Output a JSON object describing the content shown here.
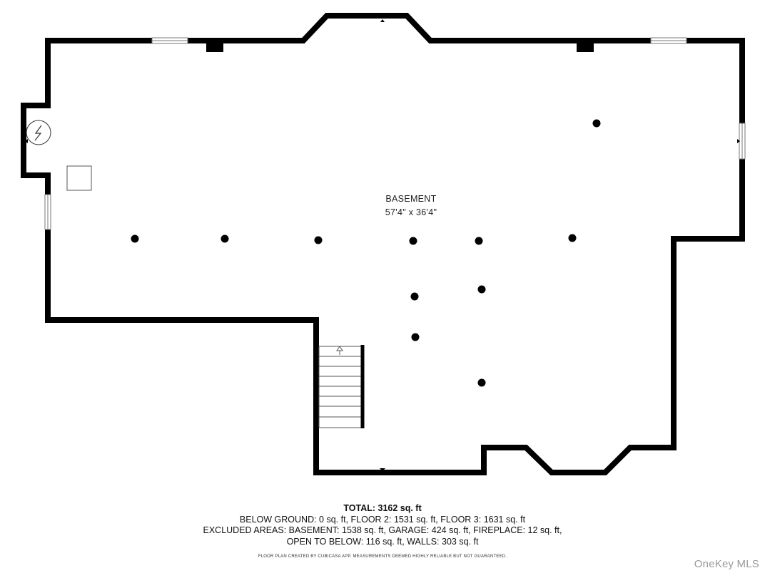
{
  "room": {
    "name": "BASEMENT",
    "dimensions": "57'4\" x 36'4\""
  },
  "summary": {
    "total": "TOTAL: 3162 sq. ft",
    "line_1": "BELOW GROUND: 0 sq. ft, FLOOR 2: 1531 sq. ft, FLOOR 3: 1631 sq. ft",
    "line_2": "EXCLUDED AREAS: BASEMENT: 1538 sq. ft, GARAGE: 424 sq. ft, FIREPLACE: 12 sq. ft,",
    "line_3": "OPEN TO BELOW: 116 sq. ft, WALLS: 303 sq. ft"
  },
  "disclaimer": "FLOOR PLAN CREATED BY CUBICASA APP. MEASUREMENTS DEEMED HIGHLY RELIABLE BUT NOT GUARANTEED.",
  "watermark": "OneKey MLS",
  "icons": {
    "electrical_panel": "electrical-panel-icon",
    "stairs_arrow": "stairs-up-arrow-icon"
  },
  "colors": {
    "wall": "#000000",
    "floor": "#ffffff",
    "watermark": "#9a9a9a"
  }
}
